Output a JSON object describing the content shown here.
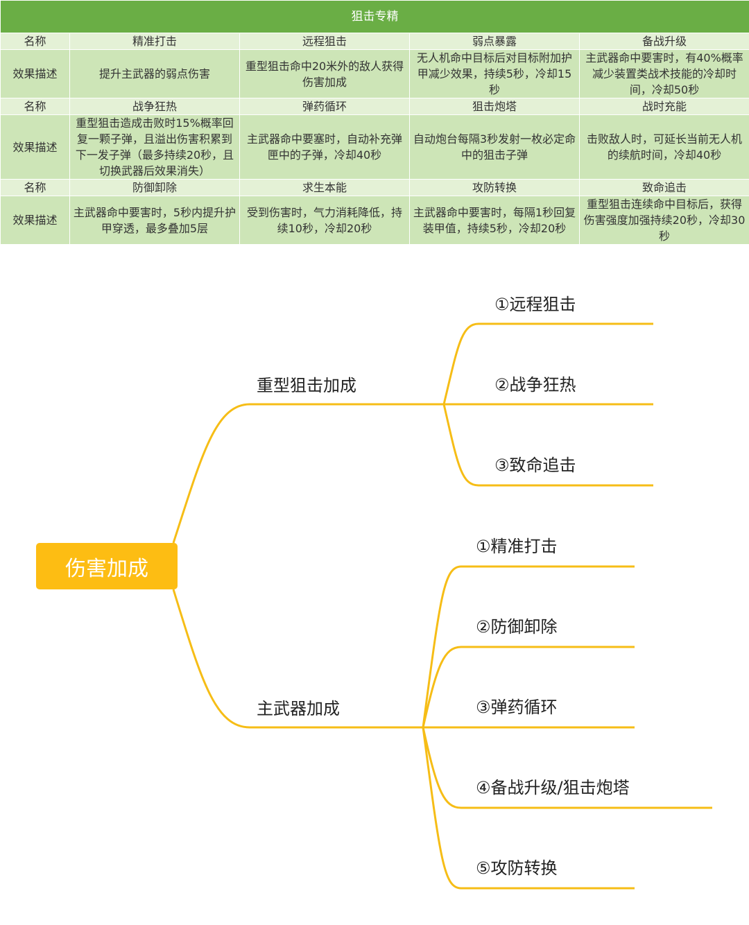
{
  "table": {
    "title": "狙击专精",
    "rows": [
      {
        "head": "名称",
        "cells": [
          "精准打击",
          "远程狙击",
          "弱点暴露",
          "备战升级"
        ]
      },
      {
        "head": "效果描述",
        "cells": [
          "提升主武器的弱点伤害",
          "重型狙击命中20米外的敌人获得伤害加成",
          "无人机命中目标后对目标附加护甲减少效果，持续5秒，冷却15秒",
          "主武器命中要害时，有40%概率减少装置类战术技能的冷却时间，冷却50秒"
        ]
      },
      {
        "head": "名称",
        "cells": [
          "战争狂热",
          "弹药循环",
          "狙击炮塔",
          "战时充能"
        ]
      },
      {
        "head": "效果描述",
        "cells": [
          "重型狙击造成击败时15%概率回复一颗子弹，且溢出伤害积累到下一发子弹（最多持续20秒，且切换武器后效果消失）",
          "主武器命中要塞时，自动补充弹匣中的子弹，冷却40秒",
          "自动炮台每隔3秒发射一枚必定命中的狙击子弹",
          "击败敌人时，可延长当前无人机的续航时间，冷却40秒"
        ]
      },
      {
        "head": "名称",
        "cells": [
          "防御卸除",
          "求生本能",
          "攻防转换",
          "致命追击"
        ]
      },
      {
        "head": "效果描述",
        "cells": [
          "主武器命中要害时，5秒内提升护甲穿透，最多叠加5层",
          "受到伤害时，气力消耗降低，持续10秒，冷却20秒",
          "主武器命中要害时，每隔1秒回复装甲值，持续5秒，冷却20秒",
          "重型狙击连续命中目标后，获得伤害强度加强持续20秒，冷却30秒"
        ]
      }
    ]
  },
  "mindmap": {
    "root": "伤害加成",
    "branches": [
      {
        "label": "重型狙击加成",
        "children": [
          "①远程狙击",
          "②战争狂热",
          "③致命追击"
        ]
      },
      {
        "label": "主武器加成",
        "children": [
          "①精准打击",
          "②防御卸除",
          "③弹药循环",
          "④备战升级/狙击炮塔",
          "⑤攻防转换"
        ]
      }
    ]
  },
  "colors": {
    "header": "#6aae45",
    "branch": "#f6bd16",
    "root": "#fdbd13"
  }
}
